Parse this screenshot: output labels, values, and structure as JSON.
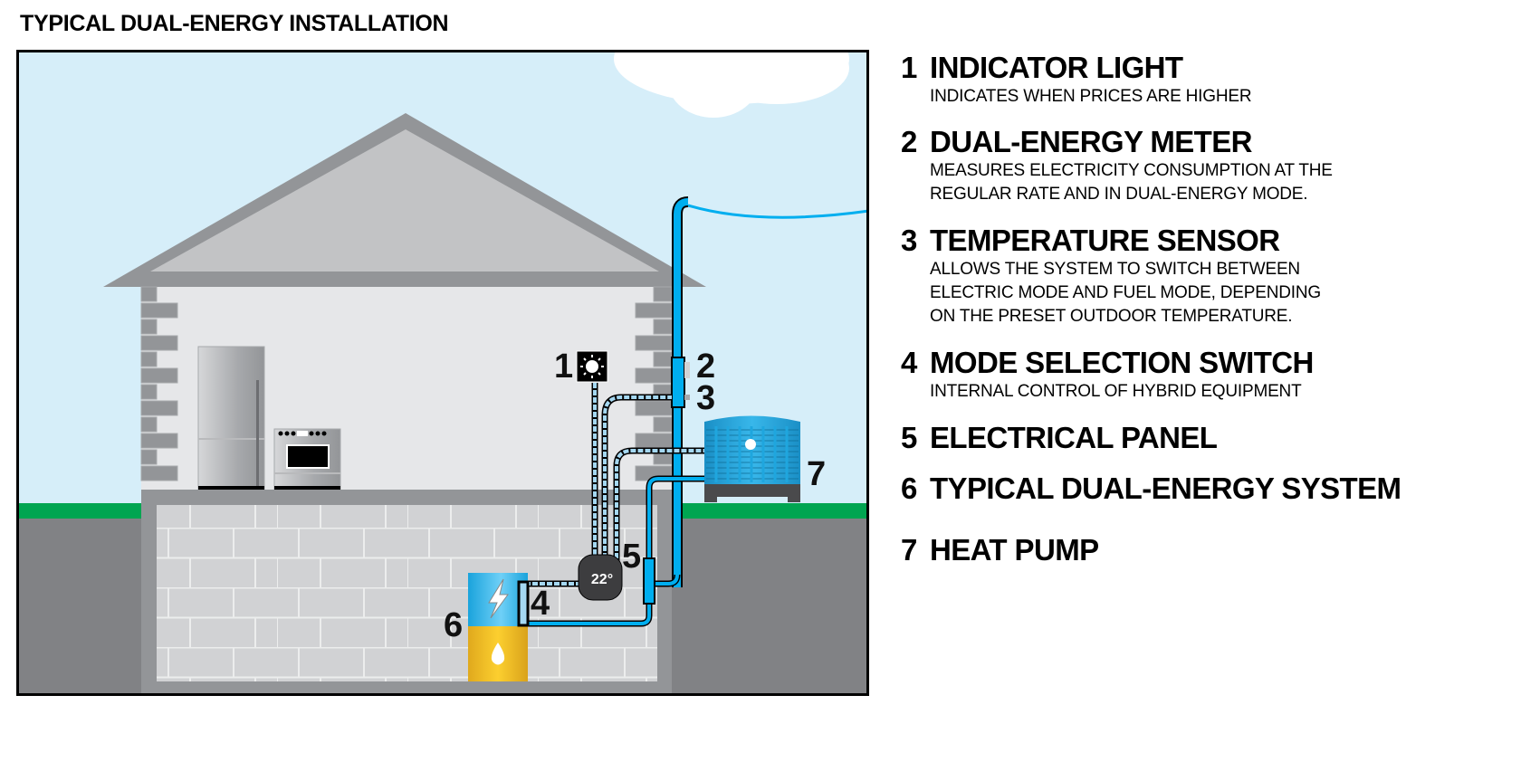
{
  "title": "TYPICAL DUAL-ENERGY INSTALLATION",
  "colors": {
    "sky": "#d6eef9",
    "ground": "#818285",
    "grass": "#00a551",
    "roof_outer": "#939598",
    "roof_inner": "#c2c3c5",
    "wall": "#e6e7e9",
    "brick": "#d1d2d4",
    "pipe_blue": "#00aeef",
    "cable_light": "#a5d8f2",
    "fuel_yellow": "#f5c21b",
    "thermostat": "#3d3d3f"
  },
  "diagram": {
    "callouts": [
      {
        "number": "1",
        "target": "indicator-light"
      },
      {
        "number": "2",
        "target": "dual-energy-meter"
      },
      {
        "number": "3",
        "target": "temperature-sensor"
      },
      {
        "number": "4",
        "target": "mode-selection-switch"
      },
      {
        "number": "5",
        "target": "electrical-panel"
      },
      {
        "number": "6",
        "target": "dual-energy-system"
      },
      {
        "number": "7",
        "target": "heat-pump"
      }
    ],
    "thermostat_display": "22°"
  },
  "legend": [
    {
      "number": "1",
      "title": "INDICATOR LIGHT",
      "description": "INDICATES WHEN PRICES ARE HIGHER"
    },
    {
      "number": "2",
      "title": "DUAL-ENERGY METER",
      "description": "MEASURES ELECTRICITY CONSUMPTION AT THE\nREGULAR RATE AND IN DUAL-ENERGY MODE."
    },
    {
      "number": "3",
      "title": "TEMPERATURE SENSOR",
      "description": "ALLOWS THE SYSTEM TO SWITCH BETWEEN\nELECTRIC MODE AND FUEL MODE, DEPENDING\nON THE PRESET OUTDOOR TEMPERATURE."
    },
    {
      "number": "4",
      "title": "MODE SELECTION SWITCH",
      "description": "INTERNAL CONTROL OF HYBRID EQUIPMENT"
    },
    {
      "number": "5",
      "title": "ELECTRICAL PANEL",
      "description": ""
    },
    {
      "number": "6",
      "title": "TYPICAL DUAL-ENERGY SYSTEM",
      "description": ""
    },
    {
      "number": "7",
      "title": "HEAT PUMP",
      "description": ""
    }
  ]
}
